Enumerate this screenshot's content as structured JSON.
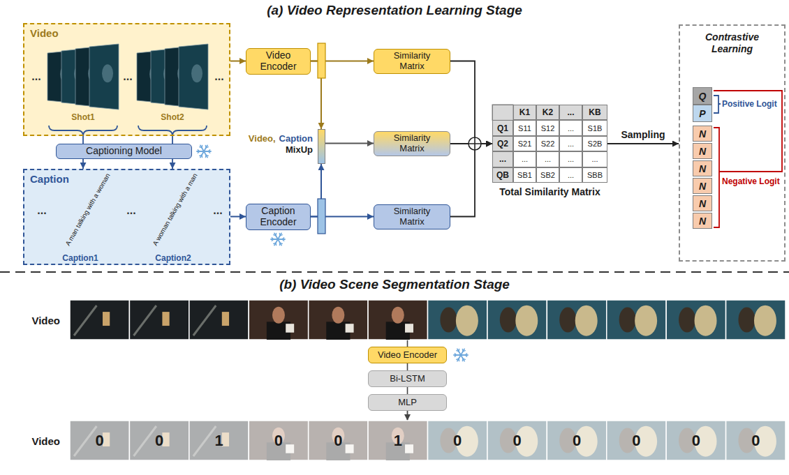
{
  "diagram": {
    "nodes": [
      {
        "text": [
          "Video"
        ]
      },
      {
        "text": [
          "Captioning Model"
        ]
      },
      {
        "text": [
          "Caption"
        ]
      },
      {
        "text": [
          "Video Encoder"
        ]
      },
      {
        "text": [
          "Caption Encoder"
        ]
      },
      {
        "text": [
          "Video,",
          "Caption",
          "MixUp"
        ]
      },
      {
        "text": [
          "Similarity Matrix"
        ]
      },
      {
        "text": [
          "Similarity Matrix"
        ]
      },
      {
        "text": [
          "Similarity Matrix"
        ]
      },
      {
        "text": [
          "Total Similarity Matrix"
        ]
      },
      {
        "text": [
          "Contrastive Learning"
        ]
      },
      {
        "text": [
          "Q"
        ],
        "in": 10
      },
      {
        "text": [
          "P"
        ],
        "in": 10
      },
      {
        "text": [
          "N"
        ],
        "in": 10
      },
      {
        "text": [
          "N"
        ],
        "in": 10
      },
      {
        "text": [
          "N"
        ],
        "in": 10
      },
      {
        "text": [
          "N"
        ],
        "in": 10
      },
      {
        "text": [
          "N"
        ],
        "in": 10
      },
      {
        "text": [
          "N"
        ],
        "in": 10
      },
      {
        "text": [
          "Video"
        ]
      },
      {
        "text": [
          "Video Encoder"
        ]
      },
      {
        "text": [
          "Bi-LSTM"
        ]
      },
      {
        "text": [
          "MLP"
        ]
      },
      {
        "text": [
          "Video"
        ]
      },
      {
        "text": [
          "0"
        ],
        "in": 23
      },
      {
        "text": [
          "0"
        ],
        "in": 23
      },
      {
        "text": [
          "1"
        ],
        "in": 23
      },
      {
        "text": [
          "0"
        ],
        "in": 23
      },
      {
        "text": [
          "0"
        ],
        "in": 23
      },
      {
        "text": [
          "1"
        ],
        "in": 23
      },
      {
        "text": [
          "0"
        ],
        "in": 23
      },
      {
        "text": [
          "0"
        ],
        "in": 23
      },
      {
        "text": [
          "0"
        ],
        "in": 23
      },
      {
        "text": [
          "0"
        ],
        "in": 23
      },
      {
        "text": [
          "0"
        ],
        "in": 23
      },
      {
        "text": [
          "0"
        ],
        "in": 23
      }
    ],
    "edges": [
      {
        "from": 0,
        "to": 1,
        "arrow": "none"
      },
      {
        "from": 0,
        "to": 1,
        "arrow": "none"
      },
      {
        "from": 1,
        "to": 2,
        "arrow": "to"
      },
      {
        "from": 1,
        "to": 2,
        "arrow": "to"
      },
      {
        "from": 0,
        "to": 3,
        "arrow": "to"
      },
      {
        "from": 2,
        "to": 4,
        "arrow": "to"
      },
      {
        "from": 3,
        "to": 6,
        "arrow": "to"
      },
      {
        "from": 3,
        "to": 5,
        "arrow": "to"
      },
      {
        "from": 4,
        "to": 8,
        "arrow": "to"
      },
      {
        "from": 4,
        "to": 5,
        "arrow": "to"
      },
      {
        "from": 5,
        "to": 7,
        "arrow": "to"
      },
      {
        "from": 6,
        "to": 9,
        "arrow": "to"
      },
      {
        "from": 7,
        "to": 9,
        "arrow": "to"
      },
      {
        "from": 8,
        "to": 9,
        "arrow": "to"
      },
      {
        "from": 9,
        "to": 10,
        "label": "Sampling",
        "arrow": "to"
      },
      {
        "from": 19,
        "to": 20,
        "arrow": "none"
      },
      {
        "from": 20,
        "to": 21,
        "arrow": "none"
      },
      {
        "from": 21,
        "to": 22,
        "arrow": "none"
      },
      {
        "from": 22,
        "to": 23,
        "arrow": "to"
      }
    ],
    "labels": [
      "(a) Video Representation Learning Stage",
      "Shot1",
      "Shot2",
      "...",
      "...",
      "...",
      "A man talking with a woman",
      "A woman talking with a man",
      "Caption1",
      "Caption2",
      "...",
      "...",
      "...",
      "K1",
      "K2",
      "...",
      "KB",
      "Q1",
      "S11",
      "S12",
      "...",
      "S1B",
      "Q2",
      "S21",
      "S22",
      "...",
      "S2B",
      "...",
      "...",
      "...",
      "...",
      "...",
      "QB",
      "SB1",
      "SB2",
      "...",
      "SBB",
      "Positive Logit",
      "Negative Logit",
      "(b) Video Scene Segmentation Stage"
    ]
  }
}
